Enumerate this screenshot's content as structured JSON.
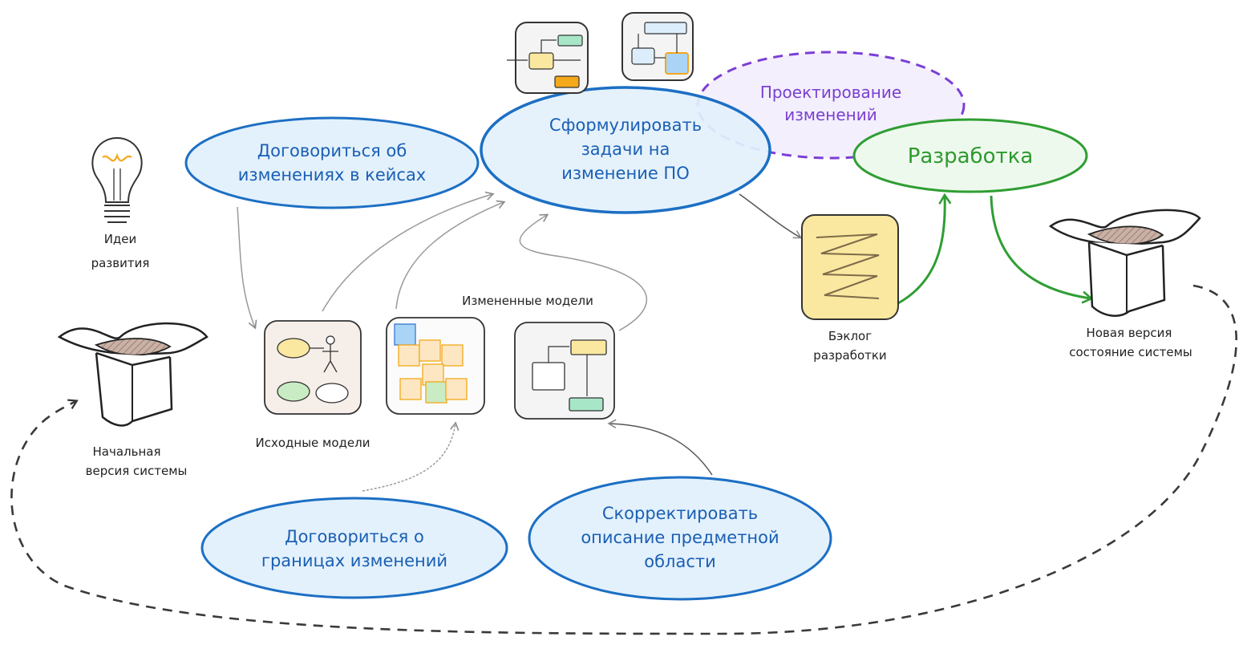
{
  "nodes": {
    "agree_cases": [
      "Договориться об",
      "изменениях в кейсах"
    ],
    "formulate": [
      "Сформулировать",
      "задачи на",
      "изменение ПО"
    ],
    "design": [
      "Проектирование",
      "изменений"
    ],
    "develop": [
      "Разработка"
    ],
    "agree_bounds": [
      "Договориться о",
      "границах изменений"
    ],
    "correct": [
      "Скорректировать",
      "описание предметной",
      "области"
    ]
  },
  "labels": {
    "ideas": [
      "Идеи",
      "развития"
    ],
    "initial_version": [
      "Начальная",
      "версия системы"
    ],
    "source_models": "Исходные модели",
    "changed_models": "Измененные модели",
    "backlog": [
      "Бэклог",
      "разработки"
    ],
    "new_version": [
      "Новая версия",
      "состояние системы"
    ]
  },
  "colors": {
    "blue_fill": "#e3f1fc",
    "blue_stroke": "#1c6fc4",
    "purple_stroke": "#7b3fd6",
    "purple_fill": "#f3effd",
    "green_stroke": "#2f9e33",
    "green_fill": "#eef9ee",
    "backlog_fill": "#fbe8a0",
    "dashed_loop": "#3a3a3a"
  }
}
